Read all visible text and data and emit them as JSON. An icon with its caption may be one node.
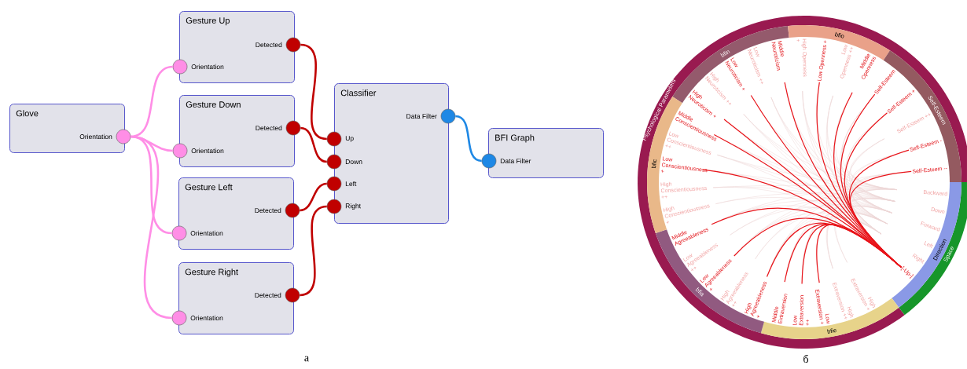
{
  "diagram": {
    "nodes": [
      {
        "text": [
          "Glove",
          "Orientation"
        ]
      },
      {
        "text": [],
        "shape": "circle"
      },
      {
        "text": [
          "Gesture Up",
          "Detected",
          "Orientation"
        ]
      },
      {
        "text": [],
        "shape": "circle"
      },
      {
        "text": [],
        "shape": "circle"
      },
      {
        "text": [
          "Gesture Down",
          "Detected",
          "Orientation"
        ]
      },
      {
        "text": [],
        "shape": "circle"
      },
      {
        "text": [],
        "shape": "circle"
      },
      {
        "text": [
          "Gesture Left",
          "Detected",
          "Orientation"
        ]
      },
      {
        "text": [],
        "shape": "circle"
      },
      {
        "text": [],
        "shape": "circle"
      },
      {
        "text": [
          "Gesture Right",
          "Detected",
          "Orientation"
        ]
      },
      {
        "text": [],
        "shape": "circle"
      },
      {
        "text": [],
        "shape": "circle"
      },
      {
        "text": [
          "Classifier",
          "Data Filter",
          "Up",
          "Down",
          "Left",
          "Right"
        ]
      },
      {
        "text": [],
        "shape": "circle"
      },
      {
        "text": [],
        "shape": "circle"
      },
      {
        "text": [],
        "shape": "circle"
      },
      {
        "text": [],
        "shape": "circle"
      },
      {
        "text": [],
        "shape": "circle"
      },
      {
        "text": [
          "BFI Graph",
          "Data Filter"
        ]
      },
      {
        "text": [],
        "shape": "circle"
      },
      {
        "text": [
          "Psychological Parameters"
        ]
      },
      {
        "text": [
          "Space"
        ]
      },
      {
        "text": [
          "bfin"
        ]
      },
      {
        "text": [
          "bfio"
        ]
      },
      {
        "text": [
          "Self-Esteem"
        ]
      },
      {
        "text": [
          "Direction"
        ]
      },
      {
        "text": [
          "bfie"
        ]
      },
      {
        "text": [
          "bfia"
        ]
      },
      {
        "text": [
          "bfic"
        ]
      },
      {
        "text": [
          "High Neuroticism +"
        ]
      },
      {
        "text": [
          "High Neuroticism ++"
        ]
      },
      {
        "text": [
          "Low Neuroticism +"
        ]
      },
      {
        "text": [
          "Low Neuroticism ++"
        ]
      },
      {
        "text": [
          "Middle Neuroticism"
        ]
      },
      {
        "text": [
          "High Openness +"
        ]
      },
      {
        "text": [
          "Low Openness +"
        ]
      },
      {
        "text": [
          "Low Openness ++"
        ]
      },
      {
        "text": [
          "Middle Openness"
        ]
      },
      {
        "text": [
          "Self-Esteem"
        ]
      },
      {
        "text": [
          "Self-Esteem +"
        ]
      },
      {
        "text": [
          "Self-Esteem ++"
        ]
      },
      {
        "text": [
          "Self-Esteem -"
        ]
      },
      {
        "text": [
          "Self-Esteem --"
        ]
      },
      {
        "text": [
          "Backward"
        ]
      },
      {
        "text": [
          "Down"
        ]
      },
      {
        "text": [
          "Forward"
        ]
      },
      {
        "text": [
          "Left"
        ]
      },
      {
        "text": [
          "Right"
        ]
      },
      {
        "text": [
          "[-Up-]"
        ]
      },
      {
        "text": [
          "High Extraversion +"
        ]
      },
      {
        "text": [
          "High Extraversion ++"
        ]
      },
      {
        "text": [
          "Low Extraversion +"
        ]
      },
      {
        "text": [
          "Low Extraversion ++"
        ]
      },
      {
        "text": [
          "Middle Extraversion"
        ]
      },
      {
        "text": [
          "High Agreeableness +"
        ]
      },
      {
        "text": [
          "High Agreeableness ++"
        ]
      },
      {
        "text": [
          "Low Agreeableness +"
        ]
      },
      {
        "text": [
          "Low Agreeableness ++"
        ]
      },
      {
        "text": [
          "Middle Agreeableness"
        ]
      },
      {
        "text": [
          "High Conscientiousness +"
        ]
      },
      {
        "text": [
          "High Conscientiousness ++"
        ]
      },
      {
        "text": [
          "Low Conscientiousness +"
        ]
      },
      {
        "text": [
          "Low Conscientiousness ++"
        ]
      },
      {
        "text": [
          "Middle Conscientiousness"
        ]
      }
    ],
    "edges": [
      {
        "from": 1,
        "to": 4,
        "arrow": "none",
        "color": "#ff8ee6"
      },
      {
        "from": 1,
        "to": 7,
        "arrow": "none",
        "color": "#ff8ee6"
      },
      {
        "from": 1,
        "to": 10,
        "arrow": "none",
        "color": "#ff8ee6"
      },
      {
        "from": 1,
        "to": 13,
        "arrow": "none",
        "color": "#ff8ee6"
      },
      {
        "from": 3,
        "to": 16,
        "arrow": "none",
        "color": "#c00000"
      },
      {
        "from": 6,
        "to": 17,
        "arrow": "none",
        "color": "#c00000"
      },
      {
        "from": 9,
        "to": 18,
        "arrow": "none",
        "color": "#c00000"
      },
      {
        "from": 12,
        "to": 19,
        "arrow": "none",
        "color": "#c00000"
      },
      {
        "from": 15,
        "to": 21,
        "arrow": "none",
        "color": "#1e88e5"
      },
      {
        "from": 50,
        "to": 31,
        "arrow": "none"
      },
      {
        "from": 50,
        "to": 33,
        "arrow": "none"
      },
      {
        "from": 50,
        "to": 35,
        "arrow": "none"
      },
      {
        "from": 50,
        "to": 37,
        "arrow": "none"
      },
      {
        "from": 50,
        "to": 39,
        "arrow": "none"
      },
      {
        "from": 50,
        "to": 40,
        "arrow": "none"
      },
      {
        "from": 50,
        "to": 41,
        "arrow": "none"
      },
      {
        "from": 50,
        "to": 43,
        "arrow": "none"
      },
      {
        "from": 50,
        "to": 44,
        "arrow": "none"
      },
      {
        "from": 50,
        "to": 53,
        "arrow": "none"
      },
      {
        "from": 50,
        "to": 54,
        "arrow": "none"
      },
      {
        "from": 50,
        "to": 55,
        "arrow": "none"
      },
      {
        "from": 50,
        "to": 56,
        "arrow": "none"
      },
      {
        "from": 50,
        "to": 58,
        "arrow": "none"
      },
      {
        "from": 50,
        "to": 60,
        "arrow": "none"
      },
      {
        "from": 50,
        "to": 63,
        "arrow": "none"
      },
      {
        "from": 50,
        "to": 65,
        "arrow": "none"
      }
    ],
    "labels": [
      "а",
      "б"
    ]
  }
}
